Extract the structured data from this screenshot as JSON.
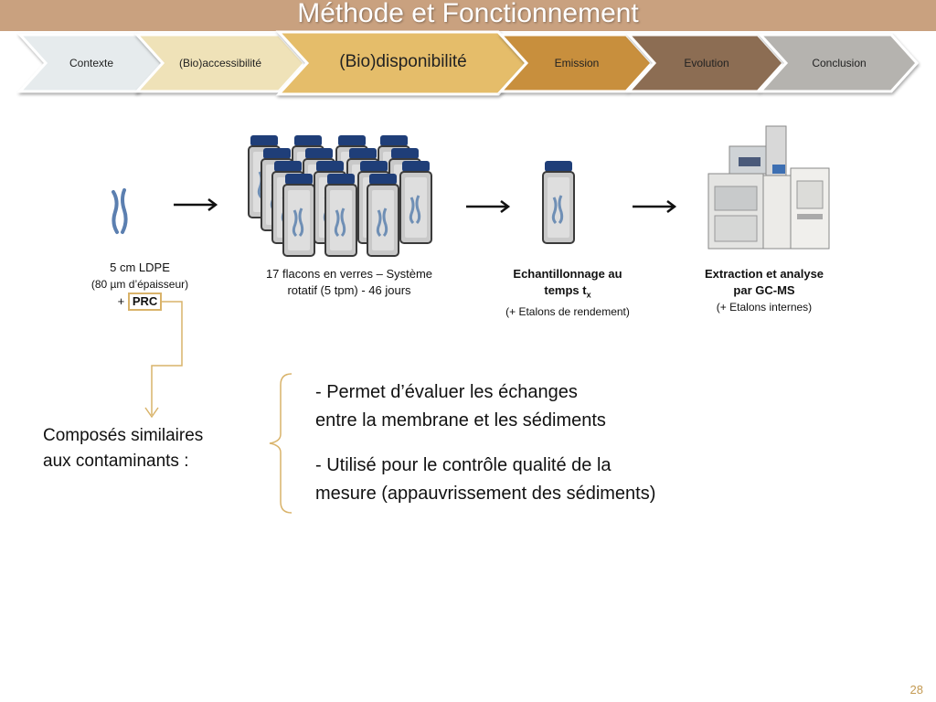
{
  "header": {
    "title": "Méthode et Fonctionnement"
  },
  "nav": {
    "tabs": [
      {
        "label": "Contexte",
        "color": "#e6ebed"
      },
      {
        "label": "(Bio)accessibilité",
        "color": "#efe2b8"
      },
      {
        "label": "(Bio)disponibilité",
        "color": "#e5bd6a",
        "active": true
      },
      {
        "label": "Emission",
        "color": "#c88f3c"
      },
      {
        "label": "Evolution",
        "color": "#8c6d52"
      },
      {
        "label": "Conclusion",
        "color": "#b5b3af"
      }
    ]
  },
  "steps": {
    "step1": {
      "line1": "5 cm LDPE",
      "line2": "(80 µm d’épaisseur)",
      "plus": "+",
      "prc": "PRC"
    },
    "step2": {
      "line1": "17 flacons en verres – Système",
      "line2": "rotatif (5 tpm) - 46 jours"
    },
    "step3": {
      "line1": "Echantillonnage au",
      "line2": "temps t",
      "subscript": "x",
      "line3": "(+ Etalons de rendement)"
    },
    "step4": {
      "line1": "Extraction et analyse",
      "line2": "par GC-MS",
      "line3": "(+ Etalons internes)"
    }
  },
  "composes": {
    "line1": "Composés similaires",
    "line2": "aux contaminants :"
  },
  "bullets": [
    {
      "line1": "- Permet d’évaluer les échanges",
      "line2": "entre la membrane et les sédiments"
    },
    {
      "line1": "- Utilisé pour le contrôle qualité de la",
      "line2": "mesure (appauvrissement des sédiments)"
    }
  ],
  "footer": {
    "page_number": "28"
  },
  "colors": {
    "accent": "#d9b36a",
    "vial_cap": "#1f3e78",
    "vial_body": "#c9c9c9",
    "strip": "#6f8fb5"
  }
}
